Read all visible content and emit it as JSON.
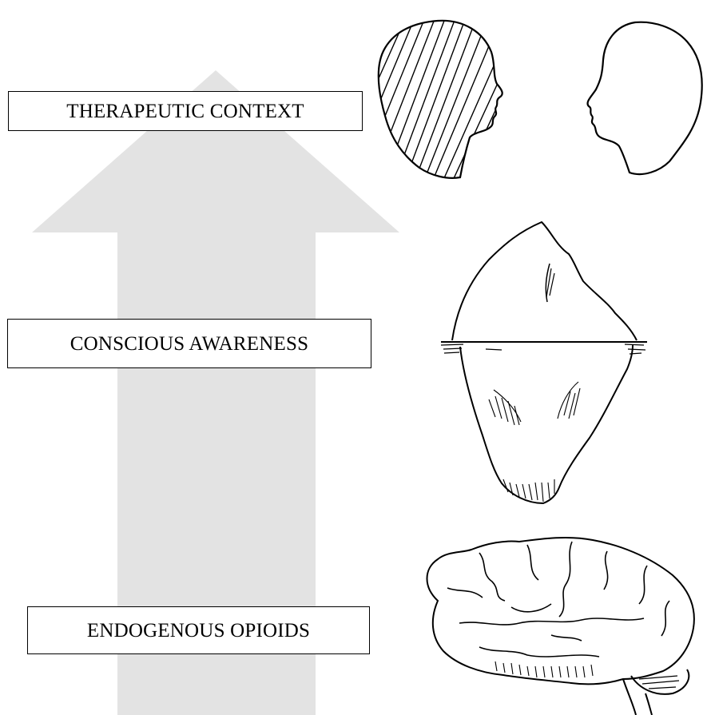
{
  "labels": {
    "therapeutic_context": "THERAPEUTIC CONTEXT",
    "conscious_awareness": "CONSCIOUS AWARENESS",
    "endogenous_opioids": "ENDOGENOUS OPIOIDS"
  },
  "colors": {
    "arrow_fill": "#e3e3e3",
    "ink": "#000000",
    "background": "#ffffff"
  },
  "illustrations": [
    "head-profiles-icon",
    "iceberg-icon",
    "brain-icon"
  ]
}
